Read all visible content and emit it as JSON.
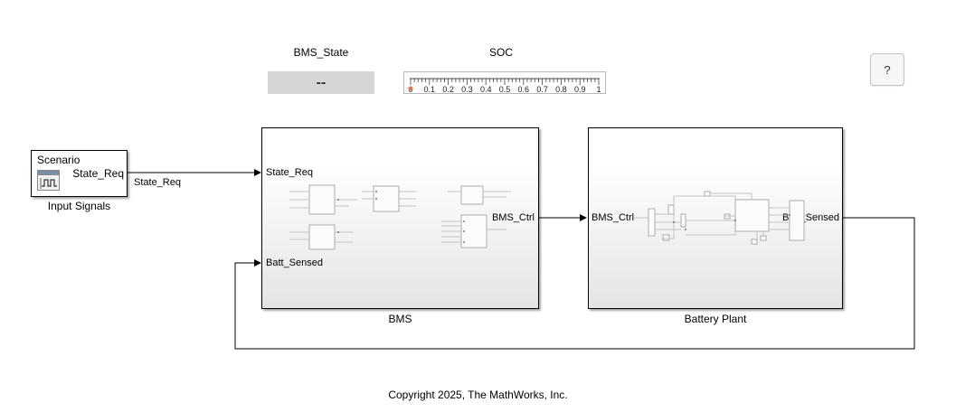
{
  "displays": {
    "bms_state": {
      "title": "BMS_State",
      "value": "--"
    },
    "soc": {
      "title": "SOC",
      "scale_min": 0,
      "scale_max": 1,
      "tick_labels": [
        "0",
        "0.1",
        "0.2",
        "0.3",
        "0.4",
        "0.5",
        "0.6",
        "0.7",
        "0.8",
        "0.9",
        "1"
      ]
    }
  },
  "help_button": {
    "label": "?"
  },
  "blocks": {
    "input_signals": {
      "name": "Input Signals",
      "inner_title": "Scenario",
      "output_port": "State_Req",
      "icon": "signal-editor-icon"
    },
    "bms": {
      "name": "BMS",
      "in_ports": [
        "State_Req",
        "Batt_Sensed"
      ],
      "out_port": "BMS_Ctrl"
    },
    "battery_plant": {
      "name": "Battery Plant",
      "in_port": "BMS_Ctrl",
      "out_port": "Batt_Sensed"
    }
  },
  "signals": {
    "state_req": "State_Req"
  },
  "footer": {
    "copyright": "Copyright 2025, The MathWorks, Inc."
  }
}
